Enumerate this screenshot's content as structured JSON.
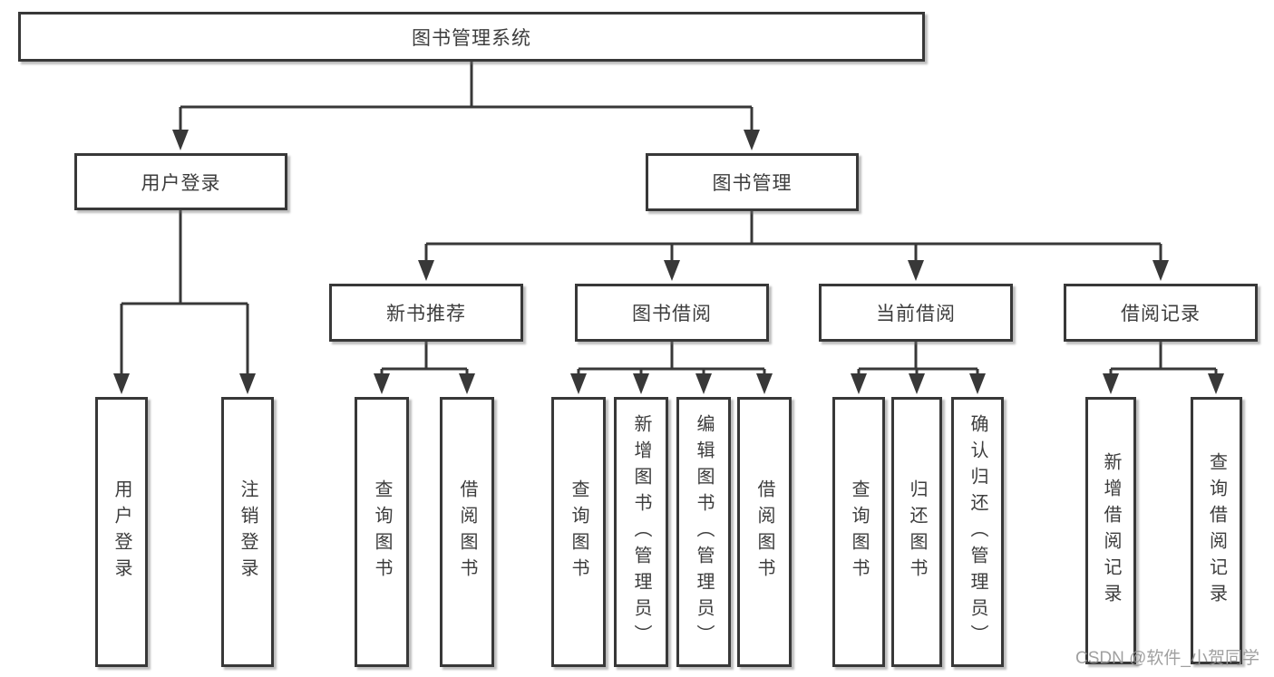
{
  "tree": {
    "root": {
      "label": "图书管理系统"
    },
    "login": {
      "label": "用户登录",
      "children": [
        {
          "label": "用户登录"
        },
        {
          "label": "注销登录"
        }
      ]
    },
    "mgmt": {
      "label": "图书管理",
      "children": [
        {
          "label": "新书推荐",
          "children": [
            {
              "label": "查询图书"
            },
            {
              "label": "借阅图书"
            }
          ]
        },
        {
          "label": "图书借阅",
          "children": [
            {
              "label": "查询图书"
            },
            {
              "label": "新增图书（管理员）"
            },
            {
              "label": "编辑图书（管理员）"
            },
            {
              "label": "借阅图书"
            }
          ]
        },
        {
          "label": "当前借阅",
          "children": [
            {
              "label": "查询图书"
            },
            {
              "label": "归还图书"
            },
            {
              "label": "确认归还（管理员）"
            }
          ]
        },
        {
          "label": "借阅记录",
          "children": [
            {
              "label": "新增借阅记录"
            },
            {
              "label": "查询借阅记录"
            }
          ]
        }
      ]
    }
  },
  "watermark": "CSDN @软件_小贺同学",
  "colors": {
    "line": "#383838",
    "text": "#3d3d3d",
    "background": "#ffffff",
    "watermark": "#969696"
  }
}
